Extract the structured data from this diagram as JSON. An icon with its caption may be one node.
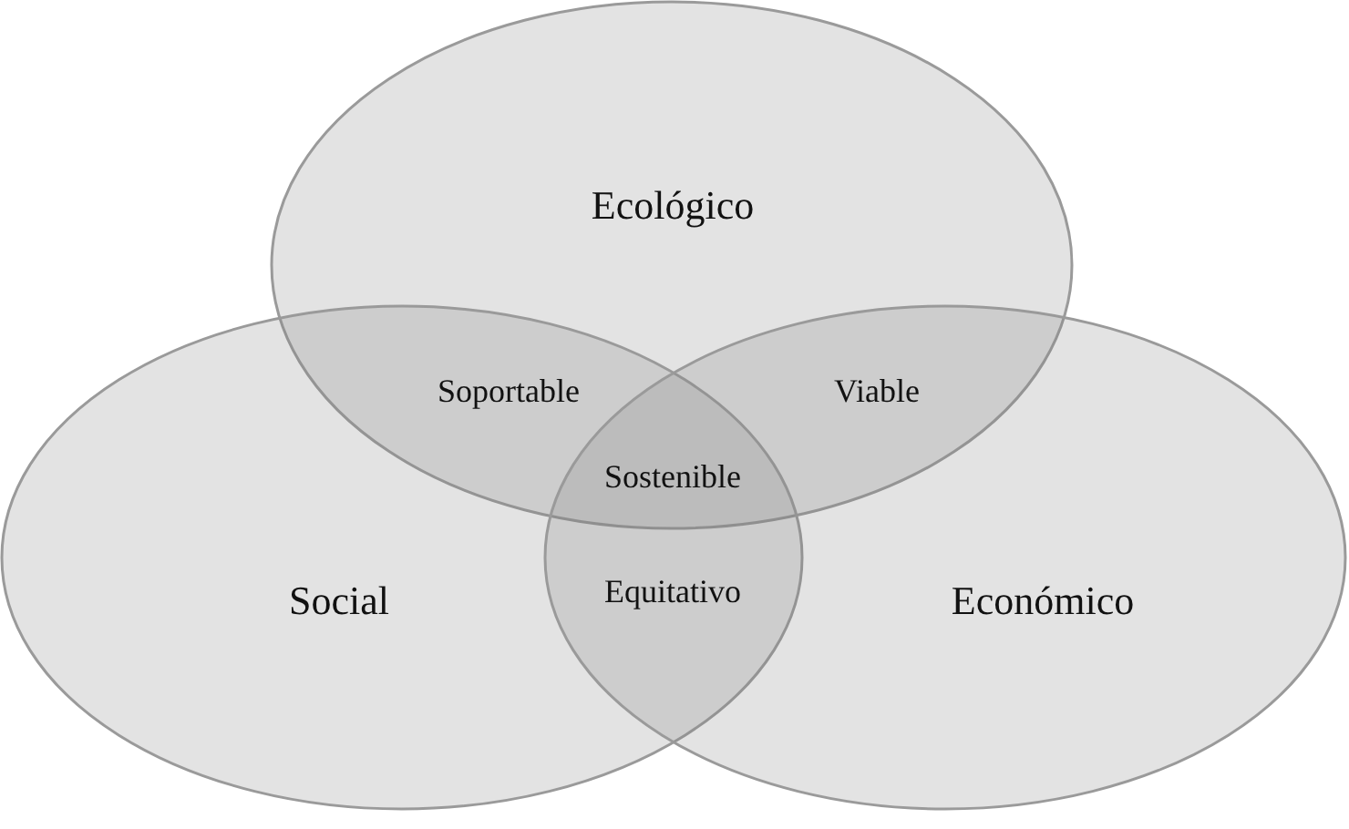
{
  "diagram": {
    "nodes": [
      {
        "text": [
          "Ecológico"
        ]
      },
      {
        "text": [
          "Social"
        ]
      },
      {
        "text": [
          "Económico"
        ]
      }
    ],
    "labels": [
      "Soportable",
      "Viable",
      "Sostenible",
      "Equitativo"
    ]
  }
}
